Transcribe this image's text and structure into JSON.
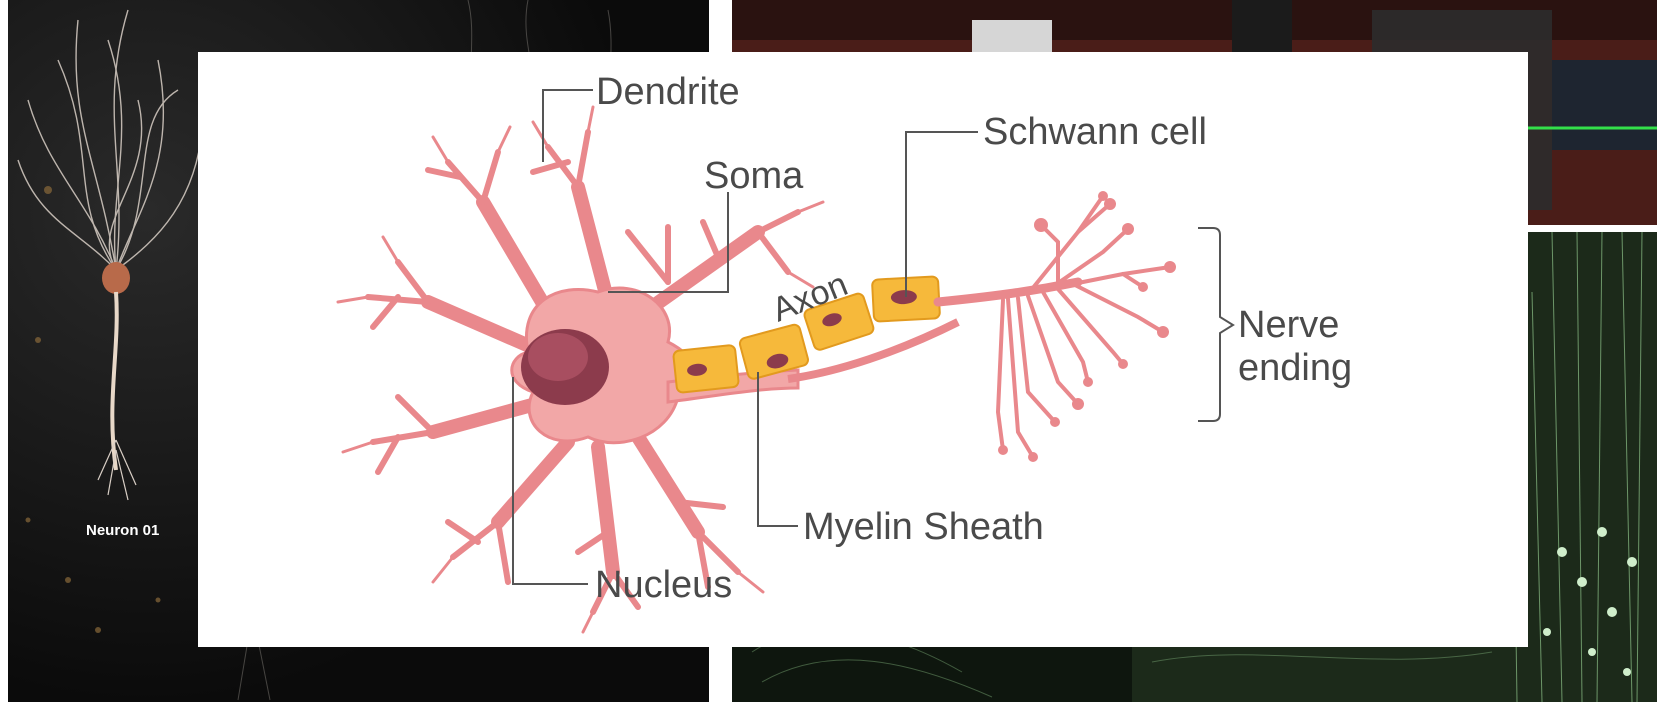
{
  "background_panels": {
    "left_photo": {
      "caption": "Neuron 01"
    },
    "right_top_photo": {},
    "right_bottom_photo": {}
  },
  "diagram": {
    "labels": {
      "dendrite": "Dendrite",
      "soma": "Soma",
      "schwann_cell": "Schwann cell",
      "axon": "Axon",
      "nerve_ending_line1": "Nerve",
      "nerve_ending_line2": "ending",
      "myelin_sheath": "Myelin Sheath",
      "nucleus": "Nucleus"
    },
    "colors": {
      "cell_body": "#f2a7a7",
      "cell_outline": "#e9888c",
      "nucleus": "#8c3b4c",
      "myelin": "#f6b93b",
      "myelin_outline": "#e29a1e",
      "label_text": "#4a4a4a",
      "leader_lines": "#555555"
    }
  }
}
